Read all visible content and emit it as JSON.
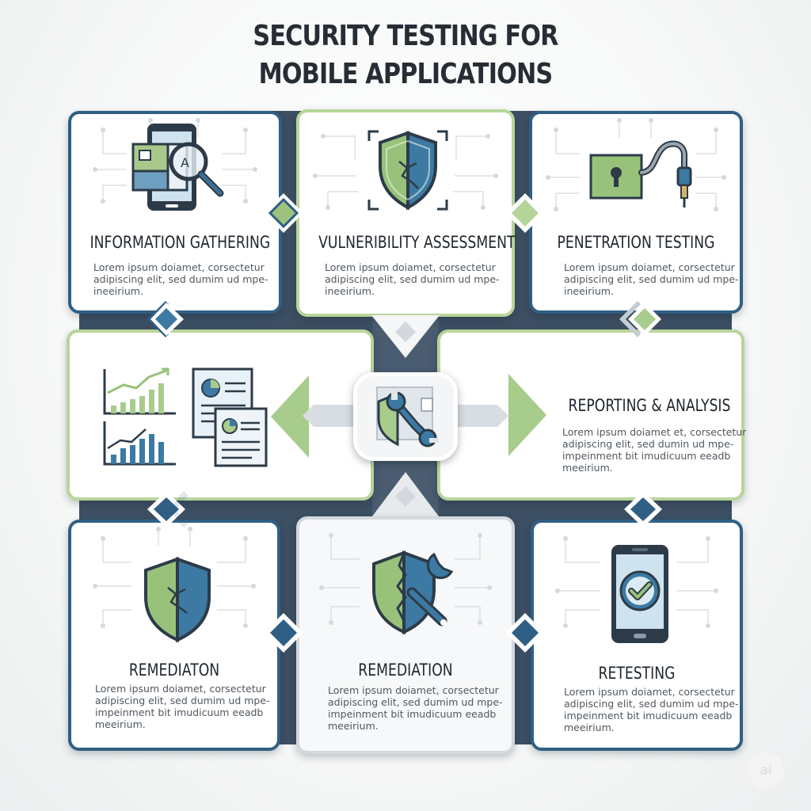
{
  "title": {
    "line1": "SECURITY TESTING FOR",
    "line2": "MOBILE APPLICATIONS"
  },
  "cards": {
    "information_gathering": {
      "title": "INFORMATION GATHERING",
      "body": [
        "Lorem ipsum doiamet, corsectetur",
        "adipiscing elit, sed dumim ud mpe-",
        "ineeirium."
      ]
    },
    "vulnerability_assessment": {
      "title": "VULNERIBILITY ASSESSMENT",
      "body": [
        "Lorem ipsum doiamet, corsectetur",
        "adipiscing elit, sed dumim ud mpe-",
        "ineeirium."
      ]
    },
    "penetration_testing": {
      "title": "PENETRATION TESTING",
      "body": [
        "Lorem ipsum doiamet, corsectetur",
        "adipiscing elit, sed dumim ud mpe-",
        "ineeirium."
      ]
    },
    "reporting_analysis": {
      "title": "REPORTING & ANALYSIS",
      "body": [
        "Lorem ipsum doiamet et, corsectetur",
        "adipiscing elit, sed dumin ud mpe-",
        "impeinment bit imudicuum eeadb",
        "meeirium."
      ]
    },
    "remediaton": {
      "title": "REMEDIATON",
      "body": [
        "Lorem ipsum doiamet, corsectetur",
        "adipiscing elit, sed dumim ud mpe-",
        "impeinment bit imudicuum eeadb",
        "meeirium."
      ]
    },
    "remediation": {
      "title": "REMEDIATION",
      "body": [
        "Lorem ipsum doiamet, corsectetur",
        "adipiscing elit, sed dumim ud mpe-",
        "impeinment bit imudicuum eeadb",
        "meeirium."
      ]
    },
    "retesting": {
      "title": "RETESTING",
      "body": [
        "Lorem ipsum doiamet, corsectetur",
        "adipiscing elit, sed dumim ud mpe-",
        "impeinment bit imudicuum eeadb",
        "meeirium."
      ]
    }
  },
  "colors": {
    "blue_accent": "#2f5f84",
    "green_accent": "#8fbf6a",
    "dark_frame": "#3d4f63"
  },
  "icons": {
    "information_gathering": "phone-magnifier-icon",
    "vulnerability_assessment": "cracked-shield-icon",
    "penetration_testing": "padlock-cable-icon",
    "reporting_charts": "bar-chart-icon",
    "reporting_docs": "report-document-icon",
    "hub": "shield-wrench-icon",
    "remediaton": "cracked-shield-icon",
    "remediation": "shield-wrench-icon",
    "retesting": "phone-checkmark-icon"
  },
  "badge": {
    "label": "ai"
  }
}
